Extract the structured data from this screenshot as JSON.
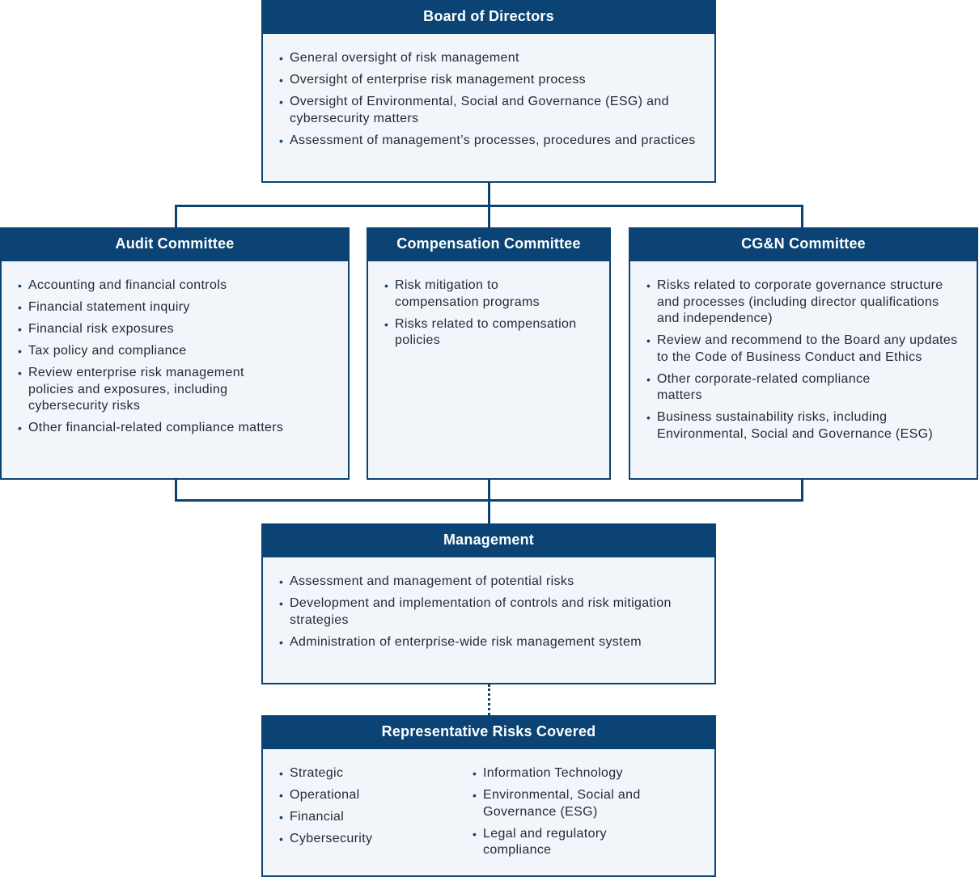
{
  "board": {
    "title": "Board of Directors",
    "items": [
      "General oversight of risk management",
      "Oversight of enterprise risk management process",
      "Oversight of Environmental, Social and Governance (ESG) and cybersecurity matters",
      "Assessment of management’s processes, procedures and practices"
    ]
  },
  "audit": {
    "title": "Audit Committee",
    "items": [
      "Accounting and financial controls",
      "Financial statement inquiry",
      "Financial risk exposures",
      "Tax policy and compliance",
      "Review enterprise risk management policies and exposures, including cybersecurity risks",
      "Other financial-related compliance matters"
    ]
  },
  "compensation": {
    "title": "Compensation Committee",
    "items": [
      "Risk mitigation to compensation programs",
      "Risks related to compensation policies"
    ]
  },
  "cgn": {
    "title": "CG&N Committee",
    "items": [
      "Risks related to corporate governance structure and processes (including director qualifications and independence)",
      "Review and recommend to the Board any updates to the Code of Business Conduct and Ethics",
      "Other corporate-related compliance matters",
      "Business sustainability risks, including Environmental, Social and Governance (ESG)"
    ]
  },
  "management": {
    "title": "Management",
    "items": [
      "Assessment and management of potential risks",
      "Development and implementation of controls and risk mitigation strategies",
      "Administration of enterprise-wide risk management system"
    ]
  },
  "risks": {
    "title": "Representative Risks Covered",
    "left_items": [
      "Strategic",
      "Operational",
      "Financial",
      "Cybersecurity"
    ],
    "right_items": [
      "Information Technology",
      "Environmental, Social and Governance (ESG)",
      "Legal and regulatory compliance"
    ]
  },
  "colors": {
    "accent": "#0b4474",
    "box_fill": "#f2f5fa"
  }
}
